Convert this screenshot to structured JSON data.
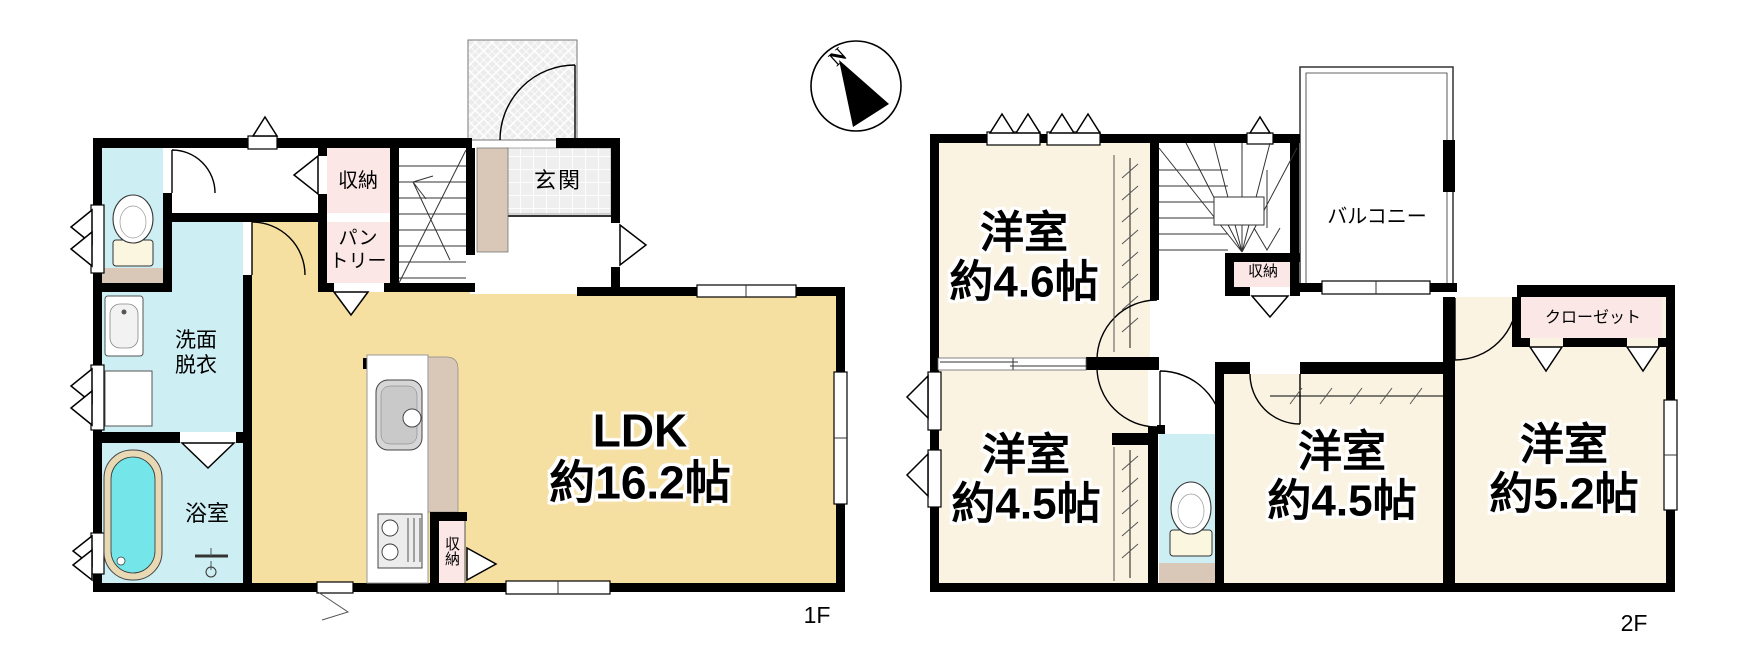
{
  "colors": {
    "wall": "#000000",
    "ldk_floor": "#f5dfa1",
    "bedroom_floor": "#faf3e2",
    "wet_area_floor": "#cdeef3",
    "storage_floor": "#fbe7e6",
    "tile_floor": "#efefef",
    "step_wood": "#d9c8b8",
    "bathtub_water": "#74e6e9"
  },
  "compass": {
    "north_label": "N"
  },
  "floor1": {
    "floor_label": "1F",
    "rooms": {
      "ldk": {
        "name": "LDK",
        "size": "約16.2帖"
      },
      "entrance": {
        "name": "玄関"
      },
      "hall_storage": {
        "name": "収納"
      },
      "pantry": {
        "name_line1": "パン",
        "name_line2": "トリー"
      },
      "washroom": {
        "name_line1": "洗面",
        "name_line2": "脱衣"
      },
      "bathroom": {
        "name": "浴室"
      },
      "kitchen_storage": {
        "name": "収納"
      }
    }
  },
  "floor2": {
    "floor_label": "2F",
    "rooms": {
      "bedroom_nw": {
        "name": "洋室",
        "size": "約4.6帖"
      },
      "hall_storage": {
        "name": "収納"
      },
      "balcony": {
        "name": "バルコニー"
      },
      "closet": {
        "name": "クローゼット"
      },
      "bedroom_sw": {
        "name": "洋室",
        "size": "約4.5帖"
      },
      "bedroom_s": {
        "name": "洋室",
        "size": "約4.5帖"
      },
      "bedroom_se": {
        "name": "洋室",
        "size": "約5.2帖"
      }
    }
  }
}
